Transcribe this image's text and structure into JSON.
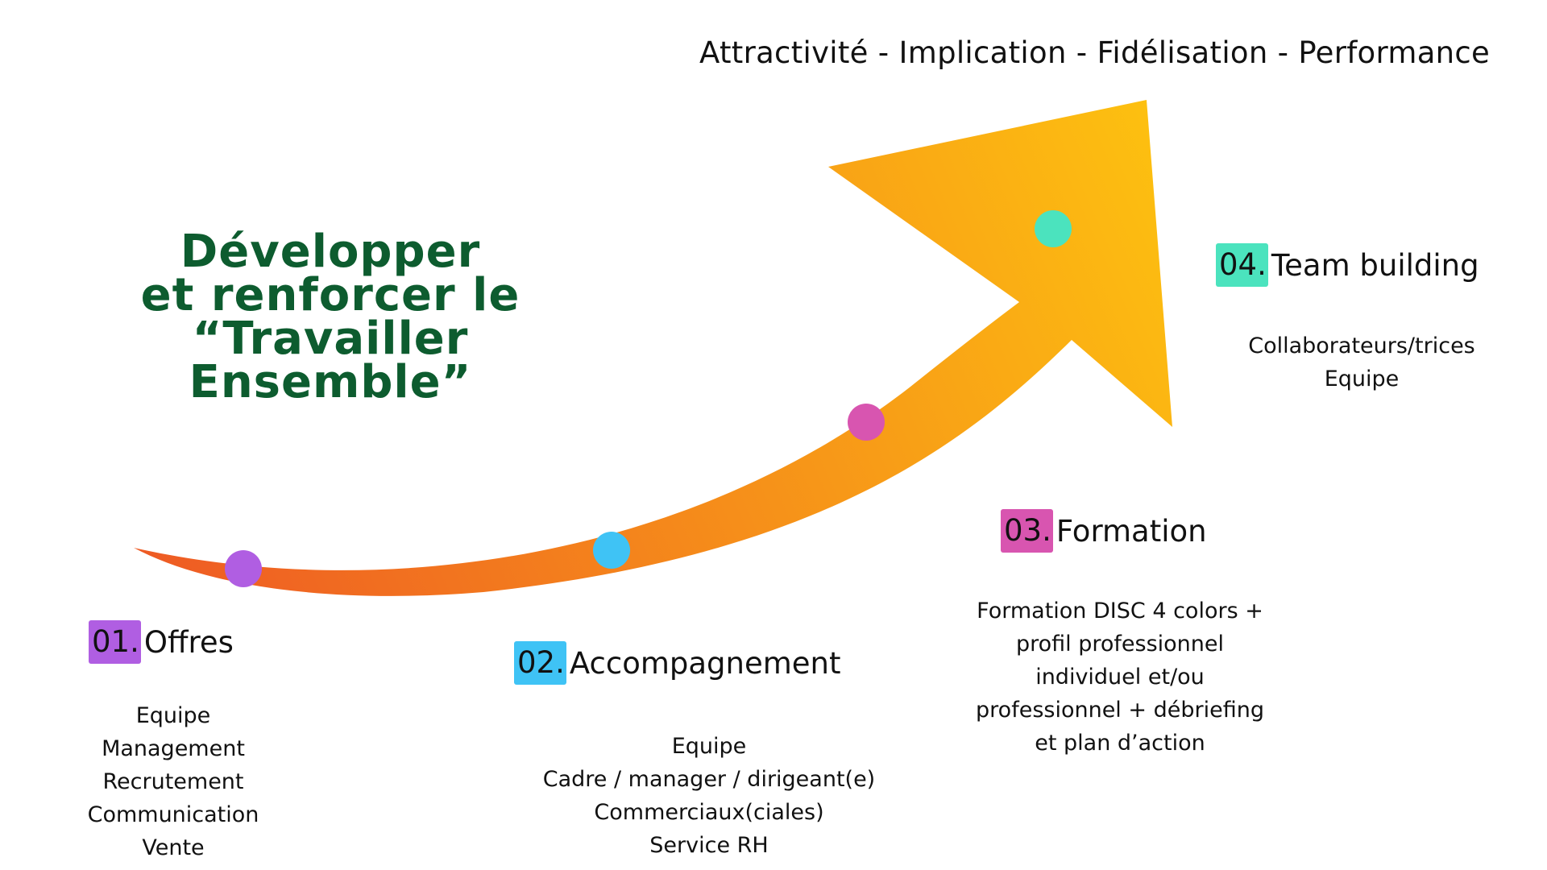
{
  "header": {
    "text": "Attractivité - Implication - Fidélisation - Performance"
  },
  "title": {
    "lines": [
      "Développer",
      "et renforcer le",
      "“Travailler",
      "Ensemble”"
    ]
  },
  "colors": {
    "title": "#0d5c2f",
    "arrow_start": "#ee5a24",
    "arrow_end": "#fdc010",
    "step1": "#b05ee2",
    "step2": "#3fc3f5",
    "step3": "#d855b0",
    "step4": "#4be3be"
  },
  "steps": [
    {
      "number": "01.",
      "title": "Offres",
      "color_key": "step1",
      "items": [
        "Equipe",
        "Management",
        "Recrutement",
        "Communication",
        "Vente"
      ]
    },
    {
      "number": "02.",
      "title": "Accompagnement",
      "color_key": "step2",
      "items": [
        "Equipe",
        "Cadre / manager / dirigeant(e)",
        "Commerciaux(ciales)",
        "Service RH"
      ]
    },
    {
      "number": "03.",
      "title": "Formation",
      "color_key": "step3",
      "items": [
        "Formation DISC 4 colors +",
        "profil professionnel",
        "individuel et/ou",
        "professionnel + débriefing",
        "et plan d’action"
      ]
    },
    {
      "number": "04.",
      "title": "Team building",
      "color_key": "step4",
      "items": [
        "Collaborateurs/trices",
        "Equipe"
      ]
    }
  ]
}
